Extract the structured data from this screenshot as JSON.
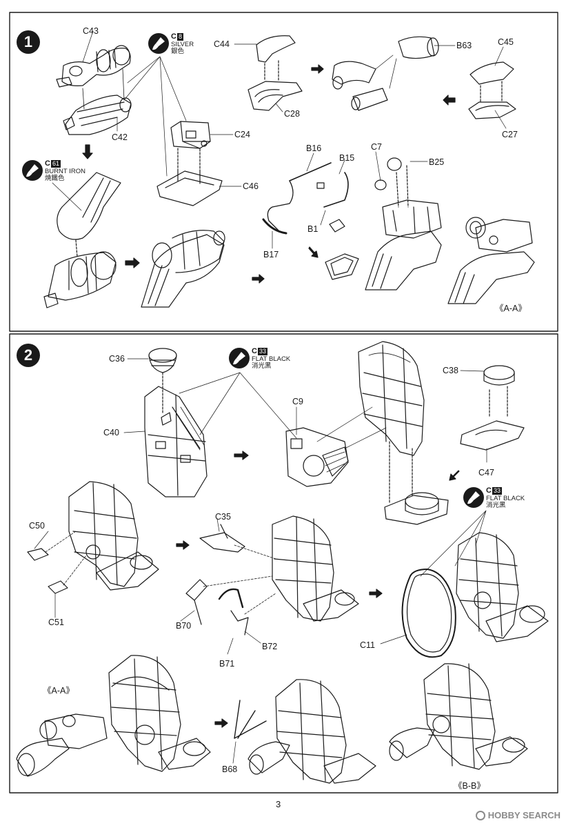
{
  "steps": [
    {
      "number": "1",
      "labels": {
        "c43": "C43",
        "c42": "C42",
        "c24": "C24",
        "c46": "C46",
        "c44": "C44",
        "c28": "C28",
        "b63": "B63",
        "c45": "C45",
        "c27": "C27",
        "b16": "B16",
        "b15": "B15",
        "c7": "C7",
        "b25": "B25",
        "b1": "B1",
        "b17": "B17"
      },
      "paints": [
        {
          "code": "C",
          "number": "8",
          "name": "SILVER",
          "name_cn": "銀色",
          "icon": "paint-brush-icon"
        },
        {
          "code": "C",
          "number": "61",
          "name": "BURNT IRON",
          "name_cn": "焼鐵色",
          "icon": "paint-brush-icon"
        }
      ],
      "section": "《A-A》"
    },
    {
      "number": "2",
      "labels": {
        "c36": "C36",
        "c40": "C40",
        "c9": "C9",
        "c38": "C38",
        "c47": "C47",
        "c50": "C50",
        "c51": "C51",
        "c35": "C35",
        "b70": "B70",
        "b72": "B72",
        "b71": "B71",
        "c11": "C11",
        "b68": "B68"
      },
      "paints": [
        {
          "code": "C",
          "number": "33",
          "name": "FLAT BLACK",
          "name_cn": "消光黑",
          "icon": "paint-brush-icon"
        },
        {
          "code": "C",
          "number": "33",
          "name": "FLAT BLACK",
          "name_cn": "消光黑",
          "icon": "paint-brush-icon"
        }
      ],
      "section_a": "《A-A》",
      "section_b": "《B-B》"
    }
  ],
  "page_number": "3",
  "watermark": "HOBBY SEARCH"
}
